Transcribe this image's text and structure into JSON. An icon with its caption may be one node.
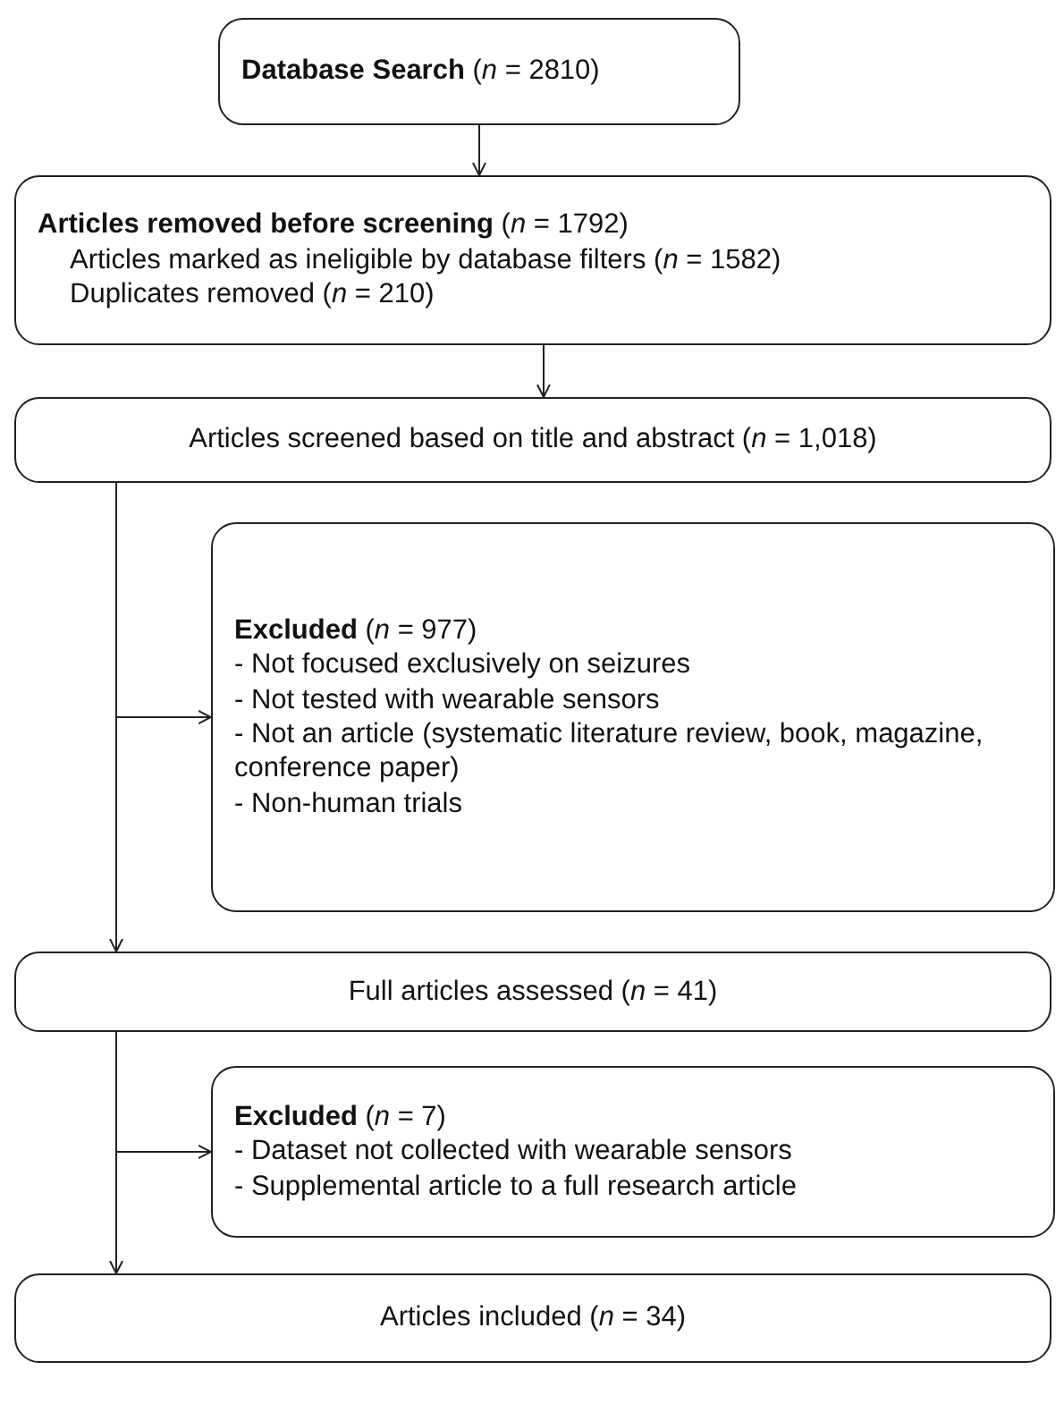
{
  "diagram": {
    "nodes": [
      {
        "text": [
          "**Database Search** (*n* = 2810)"
        ]
      },
      {
        "text": [
          "**Articles removed before screening** (*n* = 1792)",
          "Articles marked as ineligible by database filters (*n* = 1582)",
          "Duplicates removed (*n* = 210)"
        ]
      },
      {
        "text": [
          "Articles screened based on title and abstract (*n* = 1,018)"
        ]
      },
      {
        "text": [
          "**Excluded** (*n* = 977)",
          "- Not focused exclusively on seizures",
          "- Not tested with wearable sensors",
          "- Not an article (systematic literature review, book, magazine, conference paper)",
          "- Non-human trials"
        ]
      },
      {
        "text": [
          "Full articles assessed (*n* = 41)"
        ]
      },
      {
        "text": [
          "**Excluded** (*n* = 7)",
          "- Dataset not collected with wearable sensors",
          "- Supplemental article to a full research article"
        ]
      },
      {
        "text": [
          "Articles included (*n* = 34)"
        ]
      }
    ],
    "edges": [
      {
        "from": 0,
        "to": 1,
        "arrow": "to"
      },
      {
        "from": 1,
        "to": 2,
        "arrow": "to"
      },
      {
        "from": 2,
        "to": 3,
        "arrow": "to"
      },
      {
        "from": 2,
        "to": 4,
        "arrow": "to"
      },
      {
        "from": 4,
        "to": 5,
        "arrow": "to"
      },
      {
        "from": 4,
        "to": 6,
        "arrow": "to"
      }
    ]
  }
}
